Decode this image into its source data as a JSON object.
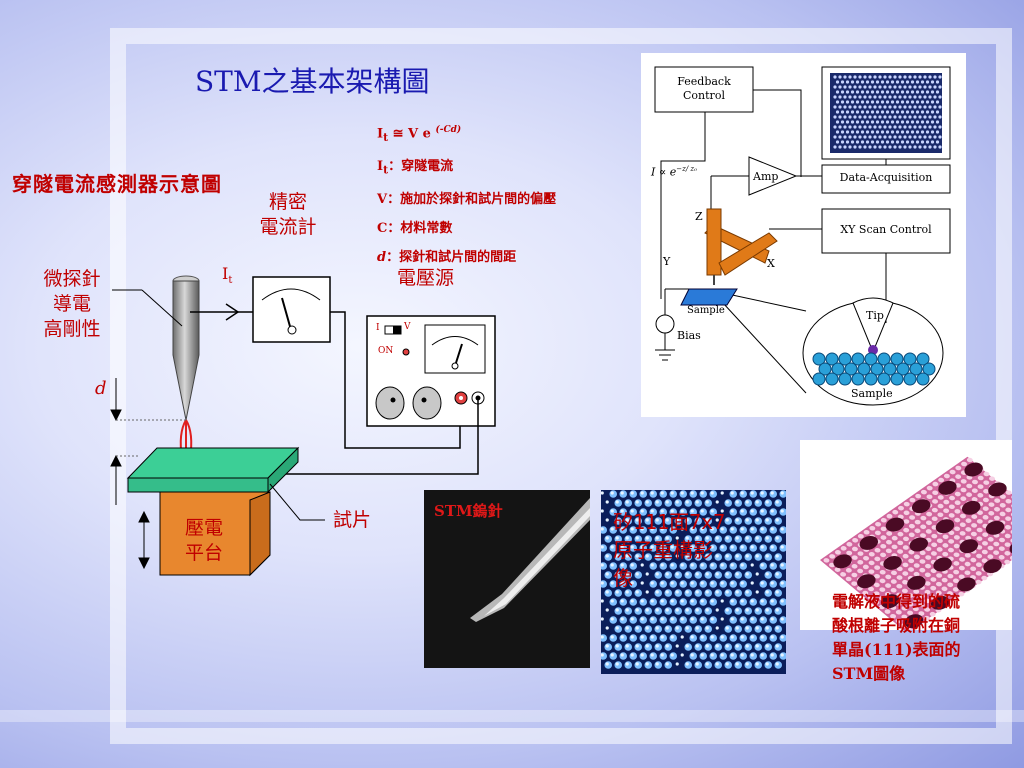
{
  "slide": {
    "title": "STM之基本架構圖",
    "sensor_heading": "穿隧電流感測器示意圖",
    "labels": {
      "ammeter": [
        "精密",
        "電流計"
      ],
      "voltage_source": "電壓源",
      "probe": [
        "微探針",
        "導電",
        "高剛性"
      ],
      "current_symbol": "I",
      "current_sub": "t",
      "distance": "d",
      "piezo": [
        "壓電",
        "平台"
      ],
      "sample": "試片",
      "switch_i": "I",
      "switch_v": "V",
      "on": "ON"
    },
    "formula": {
      "line1_main": "I",
      "line1_sub": "t",
      "line1_rest": " ≅ V e ",
      "line1_sup": "(-Cd)",
      "line2_sym": "I",
      "line2_sub": "t",
      "line2_text": "：穿隧電流",
      "line3_sym": "V",
      "line3_text": "：施加於探針和試片間的偏壓",
      "line4_sym": "C",
      "line4_text": "：材料常數",
      "line5_sym": "d",
      "line5_text": "：探針和試片間的間距"
    },
    "schematic": {
      "feedback": [
        "Feedback",
        "Control"
      ],
      "amp": "Amp",
      "daq": "Data-Acquisition",
      "xy": "XY Scan Control",
      "formula": "I ∝ e",
      "formula_sup": "−z/ z₀",
      "z": "Z",
      "y": "Y",
      "x": "X",
      "sample": "Sample",
      "bias": "Bias",
      "tip": "Tip",
      "sample2": "Sample"
    },
    "images": {
      "tip_photo_label": "STM鎢針",
      "silicon_label": [
        "矽111面7x7",
        "原子重構影",
        "像"
      ],
      "copper_caption": [
        "電解液中得到的硫",
        "酸根離子吸附在銅",
        "單晶(111)表面的",
        "STM圖像"
      ]
    },
    "colors": {
      "title": "#1a1ab0",
      "label_red": "#c00000",
      "platform": "#3ccf96",
      "piezo": "#e8872e",
      "scanner": "#e07a18"
    }
  }
}
